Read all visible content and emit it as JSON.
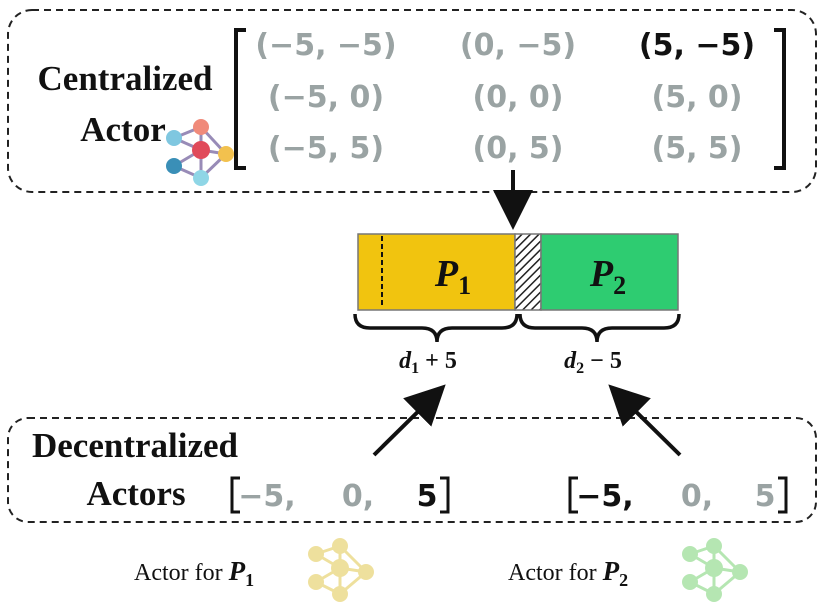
{
  "centralized": {
    "title_line1": "Centralized",
    "title_line2": "Actor",
    "matrix": [
      [
        {
          "text": "(−5, −5)",
          "selected": false
        },
        {
          "text": "(0, −5)",
          "selected": false
        },
        {
          "text": "(5, −5)",
          "selected": true
        }
      ],
      [
        {
          "text": "(−5, 0)",
          "selected": false
        },
        {
          "text": "(0, 0)",
          "selected": false
        },
        {
          "text": "(5, 0)",
          "selected": false
        }
      ],
      [
        {
          "text": "(−5, 5)",
          "selected": false
        },
        {
          "text": "(0, 5)",
          "selected": false
        },
        {
          "text": "(5, 5)",
          "selected": false
        }
      ]
    ]
  },
  "bar": {
    "p1": {
      "base": "P",
      "sub": "1",
      "color": "#f1c40f"
    },
    "p2": {
      "base": "P",
      "sub": "2",
      "color": "#2ecc71"
    }
  },
  "braces": {
    "left": {
      "var": "d",
      "sub": "1",
      "op": " + 5"
    },
    "right": {
      "var": "d",
      "sub": "2",
      "op": " − 5"
    }
  },
  "decentralized": {
    "title_line1": "Decentralized",
    "title_line2": "Actors",
    "vector1": [
      {
        "text": "−5,",
        "selected": false
      },
      {
        "text": "0,",
        "selected": false
      },
      {
        "text": "5",
        "selected": true
      }
    ],
    "vector2": [
      {
        "text": "−5,",
        "selected": true
      },
      {
        "text": "0,",
        "selected": false
      },
      {
        "text": "5",
        "selected": false
      }
    ]
  },
  "actors": {
    "a1": {
      "prefix": "Actor for ",
      "var": "P",
      "sub": "1",
      "color": "#e6d06a"
    },
    "a2": {
      "prefix": "Actor for ",
      "var": "P",
      "sub": "2",
      "color": "#8fd98a"
    }
  },
  "colors": {
    "selected": "#111111",
    "unselected": "#9aa3a3",
    "border": "#222222"
  }
}
